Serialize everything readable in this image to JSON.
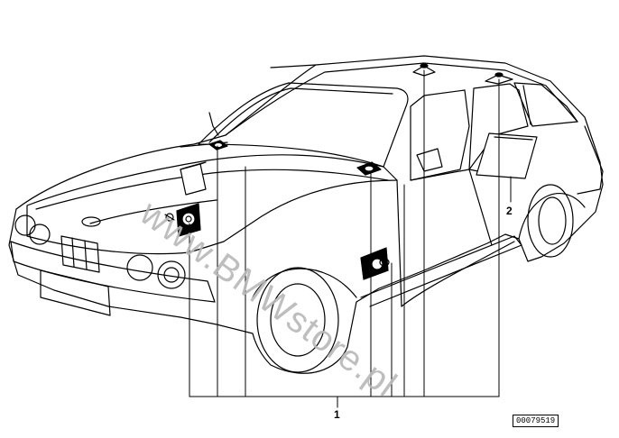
{
  "callouts": {
    "one": "1",
    "two": "2"
  },
  "diagram_id": "00079519",
  "watermark": "www.BMWstore.pl"
}
